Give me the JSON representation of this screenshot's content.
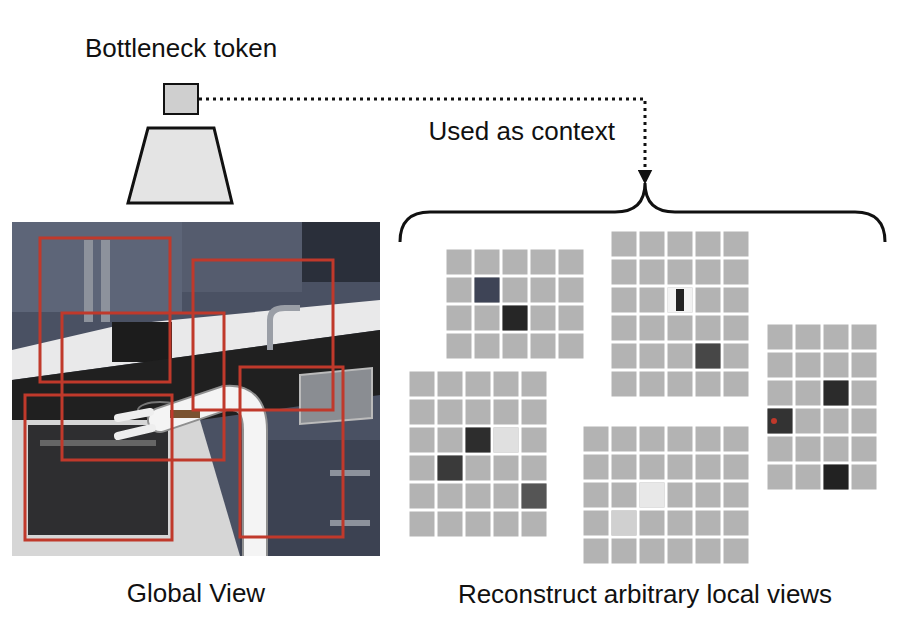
{
  "diagram": {
    "nodes": [
      {
        "text": [
          "Bottleneck token"
        ]
      },
      {
        "text": [
          "Global View"
        ]
      },
      {
        "text": [
          "Reconstruct arbitrary local views"
        ]
      }
    ],
    "edges": [
      {
        "from": 0,
        "to": 2,
        "arrow": "to",
        "label": "Used as context"
      }
    ]
  }
}
